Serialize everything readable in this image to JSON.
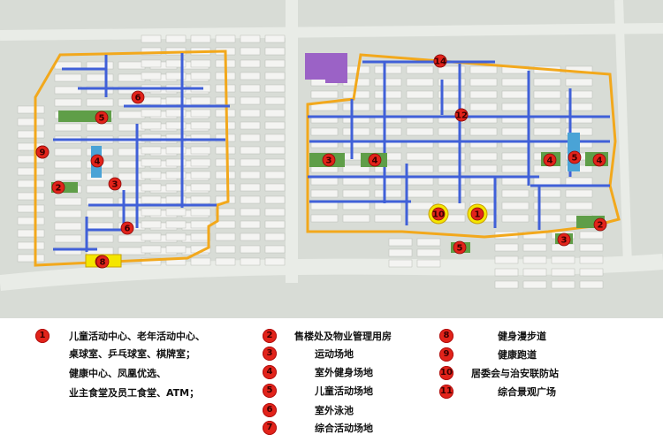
{
  "colors": {
    "background": "#d8dcd6",
    "boundary": "#f2a81c",
    "road_blue": "#4060d8",
    "marker": "#e2231a",
    "marker_text": "#3a0000",
    "green_field": "#5f9e48",
    "admin_building": "#9b62c6",
    "pool": "#4aa3d6",
    "yellow_area": "#f4e600"
  },
  "markers": [
    {
      "label": "1",
      "icon": "circle-marker"
    },
    {
      "label": "2",
      "icon": "circle-marker"
    },
    {
      "label": "3",
      "icon": "circle-marker"
    },
    {
      "label": "4",
      "icon": "circle-marker"
    },
    {
      "label": "5",
      "icon": "circle-marker"
    },
    {
      "label": "6",
      "icon": "circle-marker"
    },
    {
      "label": "7",
      "icon": "circle-marker"
    },
    {
      "label": "8",
      "icon": "circle-marker"
    },
    {
      "label": "9",
      "icon": "circle-marker"
    },
    {
      "label": "10",
      "icon": "circle-marker"
    },
    {
      "label": "1",
      "icon": "circle-marker"
    },
    {
      "label": "2",
      "icon": "circle-marker"
    },
    {
      "label": "3",
      "icon": "circle-marker"
    },
    {
      "label": "3",
      "icon": "circle-marker"
    },
    {
      "label": "4",
      "icon": "circle-marker"
    },
    {
      "label": "4",
      "icon": "circle-marker"
    },
    {
      "label": "4",
      "icon": "circle-marker"
    },
    {
      "label": "5",
      "icon": "circle-marker"
    },
    {
      "label": "5",
      "icon": "circle-marker"
    },
    {
      "label": "6",
      "icon": "circle-marker"
    },
    {
      "label": "8",
      "icon": "circle-marker"
    },
    {
      "label": "9",
      "icon": "circle-marker"
    },
    {
      "label": "12",
      "icon": "circle-marker"
    },
    {
      "label": "14",
      "icon": "circle-marker"
    }
  ],
  "legend": {
    "col1": {
      "marker": "1",
      "lines": [
        "儿童活动中心、老年活动中心、",
        "桌球室、乒乓球室、棋牌室；",
        "健康中心、凤凰优选、",
        "业主食堂及员工食堂、ATM；"
      ]
    },
    "col2": [
      {
        "marker": "2",
        "text": "售楼处及物业管理用房"
      },
      {
        "marker": "3",
        "text": "运动场地"
      },
      {
        "marker": "4",
        "text": "室外健身场地"
      },
      {
        "marker": "5",
        "text": "儿童活动场地"
      },
      {
        "marker": "6",
        "text": "室外泳池"
      },
      {
        "marker": "7",
        "text": "综合活动场地"
      }
    ],
    "col3": [
      {
        "marker": "8",
        "text": "健身漫步道"
      },
      {
        "marker": "9",
        "text": "健康跑道"
      },
      {
        "marker": "10",
        "text": "居委会与治安联防站"
      },
      {
        "marker": "11",
        "text": "综合景观广场"
      }
    ]
  }
}
